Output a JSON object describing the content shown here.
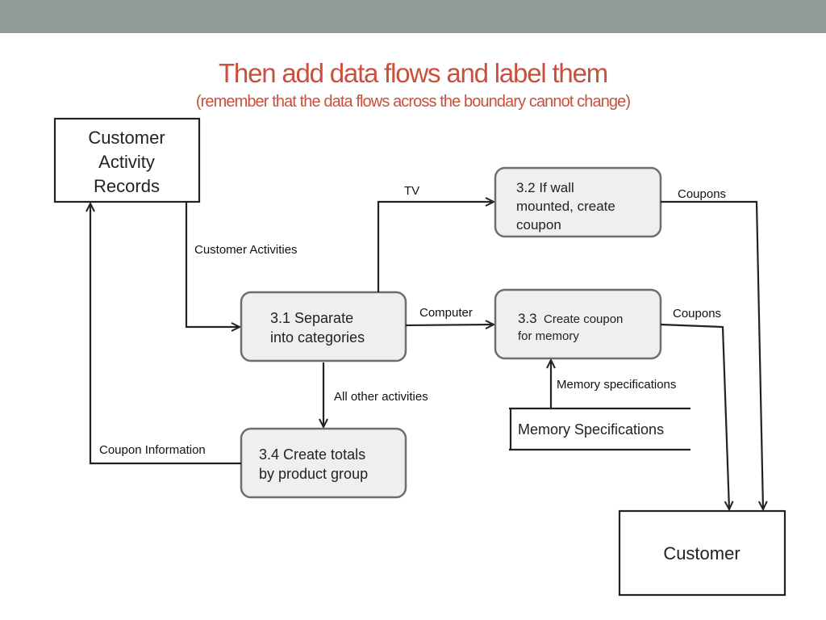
{
  "slide": {
    "title": "Then add data flows and label them",
    "subtitle": "(remember that the data flows across the boundary cannot change)"
  },
  "entities": {
    "customer_activity_records": [
      "Customer",
      "Activity",
      "Records"
    ],
    "customer": "Customer"
  },
  "processes": {
    "p31": [
      "3.1 Separate",
      "into categories"
    ],
    "p32": [
      "3.2 If wall",
      "mounted, create",
      "coupon"
    ],
    "p33_num": "3.3",
    "p33": [
      "Create coupon",
      "for memory"
    ],
    "p34": [
      "3.4 Create totals",
      "by product group"
    ]
  },
  "data_store": {
    "label": "Memory Specifications"
  },
  "flows": {
    "customer_activities": "Customer Activities",
    "tv": "TV",
    "computer": "Computer",
    "coupons_top": "Coupons",
    "coupons_mid": "Coupons",
    "all_other_activities": "All other activities",
    "memory_specifications": "Memory specifications",
    "coupon_information": "Coupon Information"
  },
  "colors": {
    "topbar": "#909c95",
    "title": "#c8503c",
    "process_fill": "#efefef",
    "process_stroke": "#6e6e6e",
    "line": "#222222"
  }
}
